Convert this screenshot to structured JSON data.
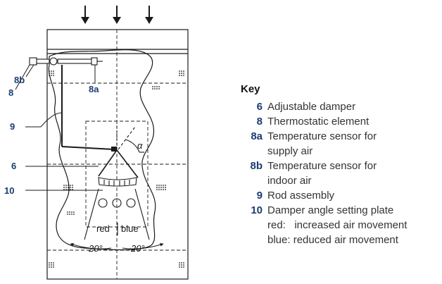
{
  "diagram": {
    "callouts": {
      "c8b": "8b",
      "c8": "8",
      "c8a": "8a",
      "c9": "9",
      "c6": "6",
      "c10": "10"
    },
    "labels": {
      "red": "red",
      "blue": "blue",
      "angle_left": "20°",
      "angle_right": "20°",
      "alpha": "α"
    }
  },
  "key": {
    "title": "Key",
    "items": [
      {
        "num": "6",
        "text": "Adjustable damper"
      },
      {
        "num": "8",
        "text": "Thermostatic element"
      },
      {
        "num": "8a",
        "text": "Temperature sensor for",
        "cont": "supply air"
      },
      {
        "num": "8b",
        "text": "Temperature sensor for",
        "cont": "indoor air"
      },
      {
        "num": "9",
        "text": "Rod assembly"
      },
      {
        "num": "10",
        "text": "Damper angle setting plate",
        "cont": "red:   increased air movement",
        "cont2": "blue: reduced air movement"
      }
    ]
  },
  "colors": {
    "callout": "#1a3c73",
    "line": "#1a1a1a"
  }
}
